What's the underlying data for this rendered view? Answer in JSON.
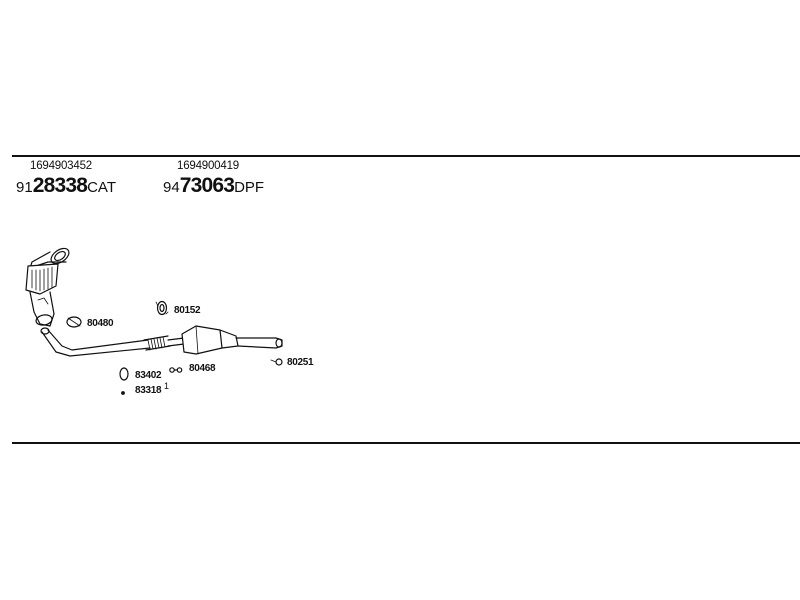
{
  "header": {
    "cat": {
      "part_number": "1694903452",
      "code_prefix": "91",
      "code_main": "28338",
      "code_suffix": "CAT"
    },
    "dpf": {
      "part_number": "1694900419",
      "code_prefix": "94",
      "code_main": "73063",
      "code_suffix": "DPF"
    }
  },
  "labels": {
    "clamp_front": "80480",
    "gasket_mid": "80152",
    "gasket_small": "80468",
    "hanger_rear": "80251",
    "bolt_large": "83402",
    "bolt_small": "83318",
    "qty": "1"
  }
}
